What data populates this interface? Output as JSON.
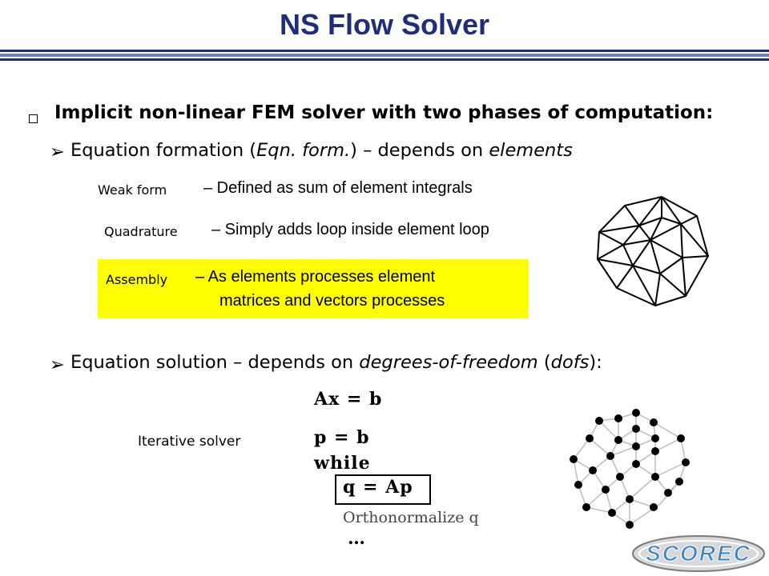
{
  "title": "NS Flow Solver",
  "main_bullet": "Implicit non-linear FEM solver with two phases of computation:",
  "formation": {
    "prefix": "Equation formation (",
    "italic1": "Eqn. form.",
    "middle": ") – depends on ",
    "italic2": "elements"
  },
  "weak_form": {
    "label": "Weak form",
    "desc": "– Defined as sum of element integrals"
  },
  "quadrature": {
    "label": "Quadrature",
    "desc": "– Simply adds loop inside element loop"
  },
  "assembly": {
    "label": "Assembly",
    "desc_line1": "– As elements processes element",
    "desc_line2": "matrices and vectors processes"
  },
  "solution": {
    "prefix": "Equation solution  – depends on ",
    "italic1": "degrees-of-freedom",
    "middle": "  (",
    "italic2": "dofs",
    "suffix": "):"
  },
  "iterative_label": "Iterative solver",
  "algorithm": {
    "line1": "Ax = b",
    "line2": "p = b",
    "line3": "while",
    "line4": "q = Ap",
    "line5": "Orthonormalize q",
    "line6": "…"
  },
  "logo_text": "SCOREC",
  "colors": {
    "title": "#1f2d7a",
    "highlight": "#ffff00",
    "logo": "#3a86c8"
  }
}
